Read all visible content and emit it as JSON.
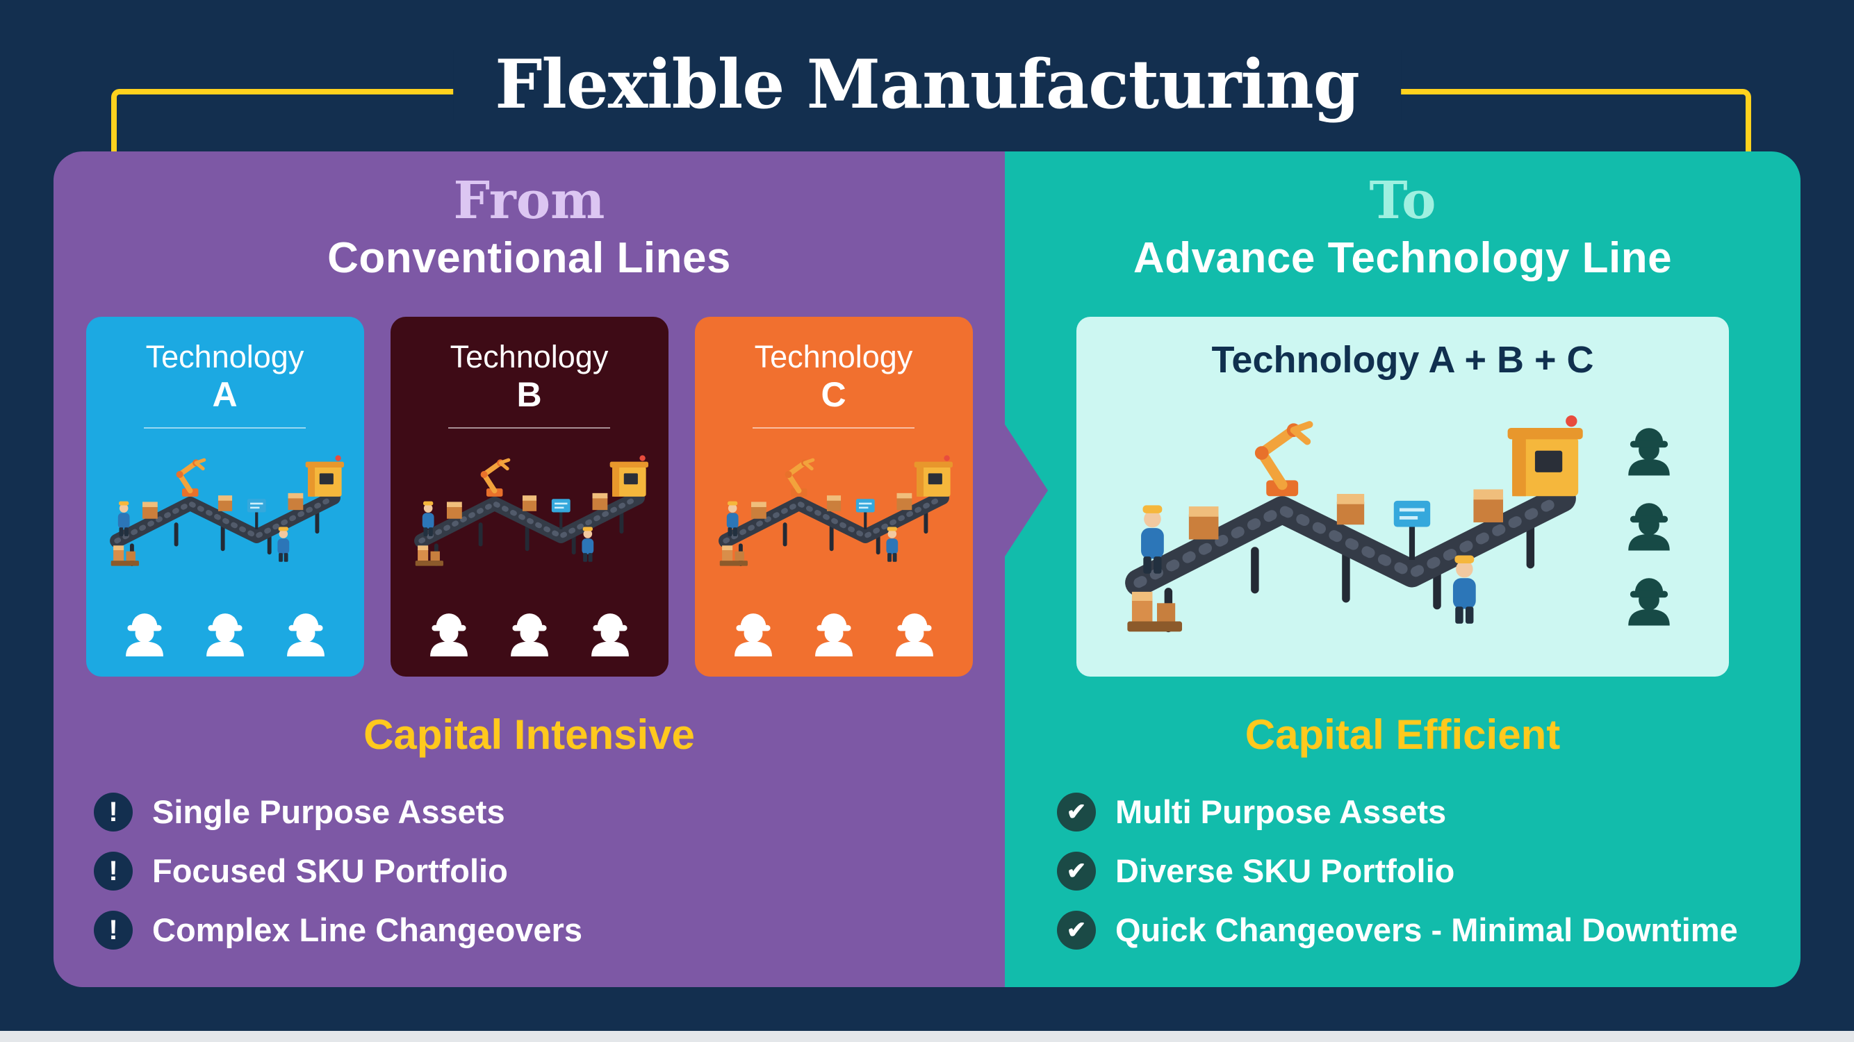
{
  "title": "Flexible Manufacturing",
  "left_panel": {
    "kicker": "From",
    "heading": "Conventional Lines",
    "cards": [
      {
        "label": "Technology",
        "letter": "A"
      },
      {
        "label": "Technology",
        "letter": "B"
      },
      {
        "label": "Technology",
        "letter": "C"
      }
    ],
    "subheading": "Capital Intensive",
    "bullet_icon": "exclamation-icon",
    "bullets": [
      "Single Purpose Assets",
      "Focused SKU Portfolio",
      "Complex Line Changeovers"
    ]
  },
  "right_panel": {
    "kicker": "To",
    "heading": "Advance Technology Line",
    "card": {
      "label": "Technology A + B + C"
    },
    "subheading": "Capital Efficient",
    "bullet_icon": "check-icon",
    "bullets": [
      "Multi Purpose Assets",
      "Diverse SKU Portfolio",
      "Quick Changeovers - Minimal Downtime"
    ]
  },
  "glyphs": {
    "exclamation": "!",
    "check": "✔"
  },
  "icons": {
    "workers": "construction-worker-icon",
    "factory": "factory-line-illustration"
  },
  "colors": {
    "background": "#132F4F",
    "frame_yellow": "#FFD21E",
    "left_panel": "#7D58A5",
    "right_panel": "#12BCAB",
    "card_a": "#1CA9E2",
    "card_b": "#3E0B16",
    "card_c": "#F1702F",
    "combined_card": "#CDF7F2",
    "accent_text": "#FFC91D"
  }
}
